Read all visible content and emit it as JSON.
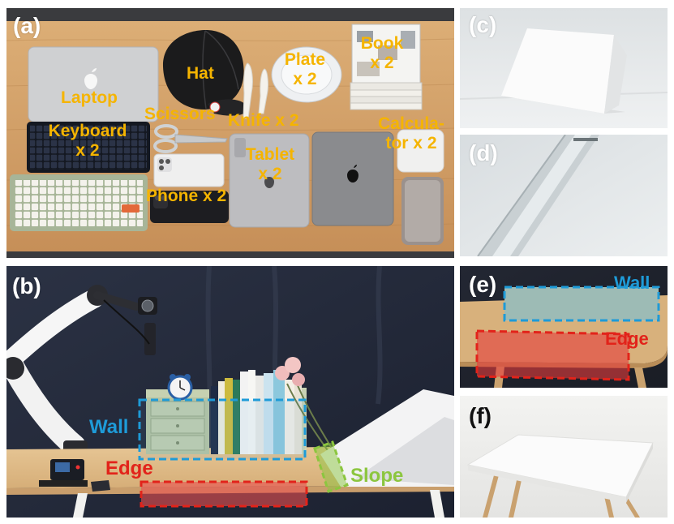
{
  "figure": {
    "panel_a": {
      "tag": "(a)",
      "labels": {
        "laptop": [
          "Laptop"
        ],
        "hat": [
          "Hat"
        ],
        "plate": [
          "Plate",
          "x 2"
        ],
        "book": [
          "Book",
          "x 2"
        ],
        "scissors": [
          "Scissors"
        ],
        "knife": [
          "Knife x 2"
        ],
        "keyboard": [
          "Keyboard",
          "x 2"
        ],
        "calculator": [
          "Calcula-",
          "tor x 2"
        ],
        "tablet": [
          "Tablet",
          "x 2"
        ],
        "phone": [
          "Phone x 2"
        ]
      }
    },
    "panel_b": {
      "tag": "(b)",
      "wall": "Wall",
      "edge": "Edge",
      "slope": "Slope"
    },
    "panel_c": {
      "tag": "(c)"
    },
    "panel_d": {
      "tag": "(d)"
    },
    "panel_e": {
      "tag": "(e)",
      "wall": "Wall",
      "edge": "Edge"
    },
    "panel_f": {
      "tag": "(f)"
    }
  },
  "colors": {
    "object_label": "#f5b400",
    "wall": "#1e9bd8",
    "edge": "#e2231a",
    "slope": "#8cc63f"
  }
}
